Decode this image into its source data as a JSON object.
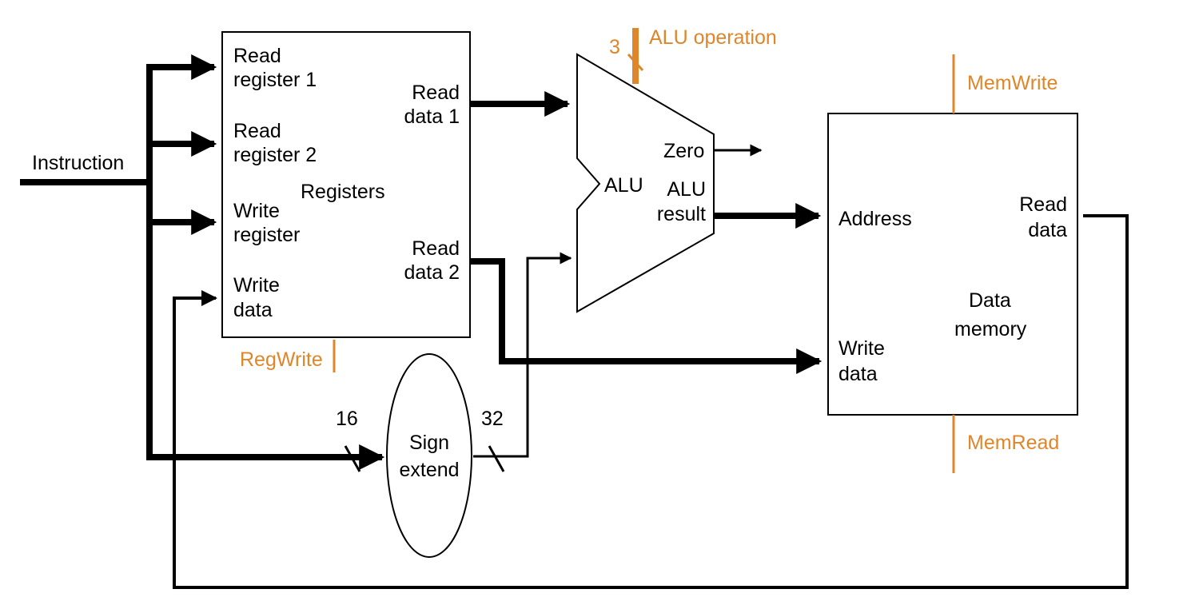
{
  "inputs": {
    "instruction": "Instruction"
  },
  "registers": {
    "title": "Registers",
    "read_reg1": [
      "Read",
      "register 1"
    ],
    "read_reg2": [
      "Read",
      "register 2"
    ],
    "write_reg": [
      "Write",
      "register"
    ],
    "write_data": [
      "Write",
      "data"
    ],
    "read_data1": [
      "Read",
      "data 1"
    ],
    "read_data2": [
      "Read",
      "data 2"
    ]
  },
  "alu": {
    "title": "ALU",
    "zero": "Zero",
    "result": [
      "ALU",
      "result"
    ],
    "operation": "ALU operation",
    "operation_width": "3"
  },
  "memory": {
    "title": [
      "Data",
      "memory"
    ],
    "address": "Address",
    "write_data": [
      "Write",
      "data"
    ],
    "read_data": [
      "Read",
      "data"
    ]
  },
  "sign_extend": {
    "title": [
      "Sign",
      "extend"
    ],
    "in_width": "16",
    "out_width": "32"
  },
  "control": {
    "reg_write": "RegWrite",
    "mem_write": "MemWrite",
    "mem_read": "MemRead"
  },
  "colors": {
    "control": "#e0862a",
    "wire": "#000000"
  }
}
